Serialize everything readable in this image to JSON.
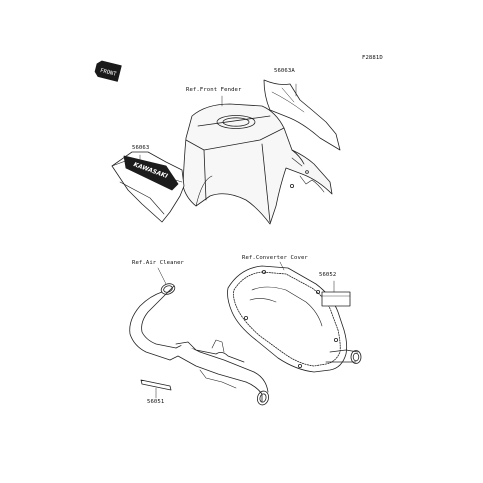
{
  "figure_code": "F2881D",
  "front_badge": "FRONT",
  "labels": {
    "ref_front_fender": "Ref.Front Fender",
    "ref_air_cleaner": "Ref.Air Cleaner",
    "ref_converter_cover": "Ref.Converter Cover"
  },
  "part_numbers": {
    "p56063A": "56063A",
    "p56063": "56063",
    "p56052": "56052",
    "p56051": "56051"
  },
  "decal_text": "KAWASAKI"
}
